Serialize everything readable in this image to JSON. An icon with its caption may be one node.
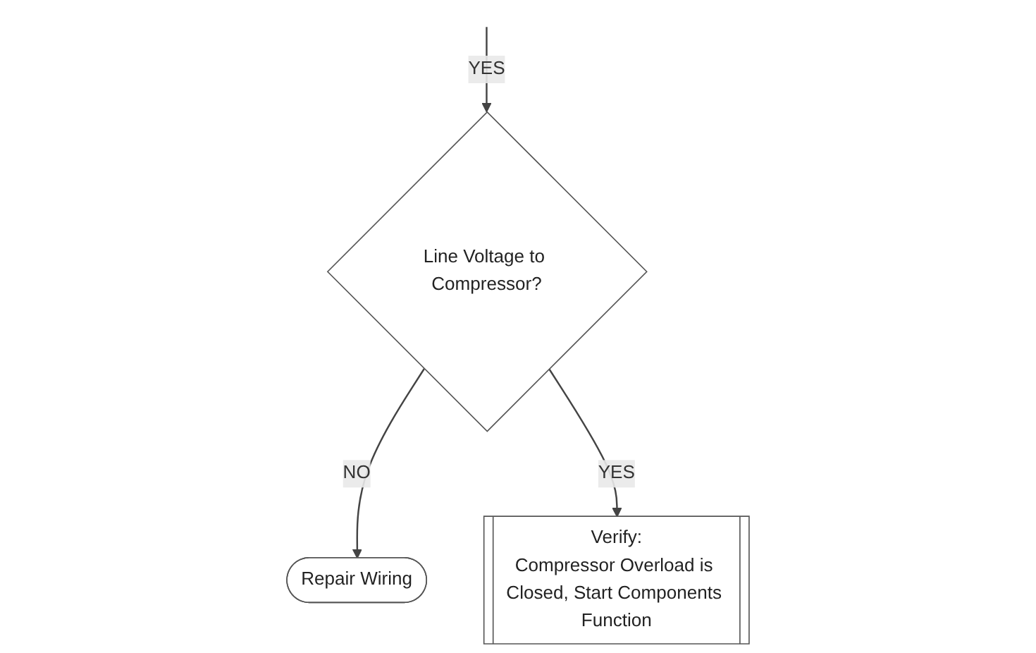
{
  "diagram": {
    "nodes": [
      {
        "text": [
          "Line Voltage to Compressor?"
        ]
      },
      {
        "text": [
          "Repair Wiring"
        ]
      },
      {
        "text": [
          "Verify:",
          "Compressor Overload is Closed, Start Components Function"
        ]
      }
    ],
    "edges": [
      {
        "from": null,
        "to": 0,
        "arrow": "to",
        "label": "YES"
      },
      {
        "from": 0,
        "to": 1,
        "arrow": "to",
        "label": "NO"
      },
      {
        "from": 0,
        "to": 2,
        "arrow": "to",
        "label": "YES"
      }
    ]
  }
}
